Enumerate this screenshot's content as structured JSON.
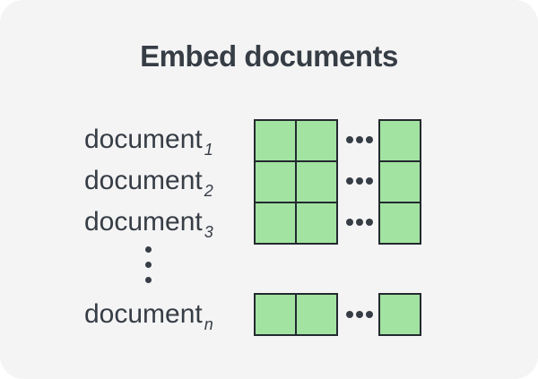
{
  "title": "Embed documents",
  "rows": [
    {
      "label": "document",
      "subscript": "1"
    },
    {
      "label": "document",
      "subscript": "2"
    },
    {
      "label": "document",
      "subscript": "3"
    },
    {
      "label": "document",
      "subscript": "n"
    }
  ],
  "diagram": {
    "description_visible_structure": "rows of green embedding cells per document",
    "top_block_rows": 3,
    "left_columns_shown": 2,
    "right_columns_shown": 1,
    "bottom_block_rows": 1,
    "row_ellipsis_icon": "horizontal-ellipsis",
    "between_rows_icon": "vertical-ellipsis"
  },
  "colors": {
    "card_background": "#f4f4f5",
    "ink": "#363d45",
    "cell_fill": "#a2e3a2",
    "cell_border": "#24292f"
  }
}
